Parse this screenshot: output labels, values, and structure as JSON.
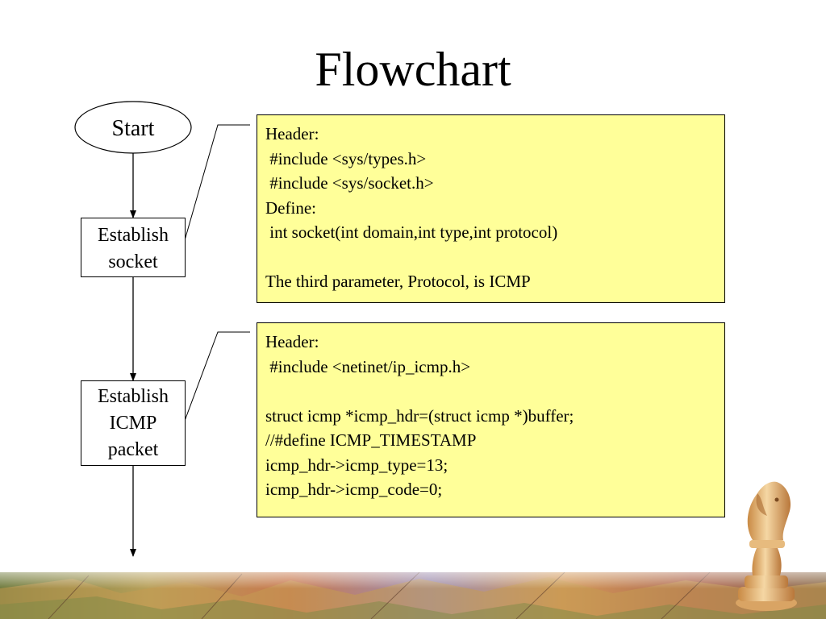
{
  "slide": {
    "title": "Flowchart",
    "colors": {
      "note_fill": "#ffff99",
      "outline": "#000000",
      "background": "#ffffff"
    }
  },
  "flow": {
    "start_label": "Start",
    "steps": [
      {
        "lines": [
          "Establish",
          "socket"
        ]
      },
      {
        "lines": [
          "Establish",
          "ICMP",
          "packet"
        ]
      }
    ]
  },
  "notes": [
    {
      "lines": [
        "Header:",
        " #include <sys/types.h>",
        " #include <sys/socket.h>",
        "Define:",
        " int socket(int domain,int type,int protocol)",
        "",
        "The third parameter, Protocol, is ICMP"
      ]
    },
    {
      "lines": [
        "Header:",
        " #include <netinet/ip_icmp.h>",
        "",
        "struct icmp *icmp_hdr=(struct icmp *)buffer;",
        "//#define ICMP_TIMESTAMP",
        "icmp_hdr->icmp_type=13;",
        "icmp_hdr->icmp_code=0;"
      ]
    }
  ],
  "decorations": {
    "map_strip": "map-strip",
    "knight": "chess-knight-icon"
  }
}
